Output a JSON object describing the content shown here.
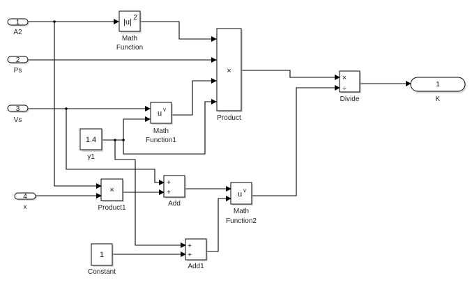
{
  "diagram": {
    "type": "simulink-block-diagram",
    "inports": [
      {
        "id": "A2",
        "number": "1",
        "label": "A2"
      },
      {
        "id": "Ps",
        "number": "2",
        "label": "Ps"
      },
      {
        "id": "Vs",
        "number": "3",
        "label": "Vs"
      },
      {
        "id": "x",
        "number": "4",
        "label": "x"
      }
    ],
    "outports": [
      {
        "id": "K",
        "number": "1",
        "label": "K"
      }
    ],
    "blocks": {
      "math_function": {
        "glyph": "|u|",
        "superscript": "2",
        "label_line1": "Math",
        "label_line2": "Function"
      },
      "math_function1": {
        "glyph": "u",
        "superscript": "v",
        "label_line1": "Math",
        "label_line2": "Function1"
      },
      "math_function2": {
        "glyph": "u",
        "superscript": "v",
        "label_line1": "Math",
        "label_line2": "Function2"
      },
      "product": {
        "glyph": "×",
        "label": "Product"
      },
      "product1": {
        "glyph": "×",
        "label": "Product1"
      },
      "divide": {
        "glyph_in1": "×",
        "glyph_in2": "÷",
        "label": "Divide"
      },
      "gamma1": {
        "value": "1.4",
        "label": "γ1"
      },
      "constant": {
        "value": "1",
        "label": "Constant"
      },
      "add": {
        "sign1": "+",
        "sign2": "+",
        "label": "Add"
      },
      "add1": {
        "sign1": "+",
        "sign2": "+",
        "label": "Add1"
      }
    },
    "connections": [
      {
        "from": "A2",
        "to": "math_function.in1"
      },
      {
        "from": "A2",
        "to": "product1.in1"
      },
      {
        "from": "math_function",
        "to": "product.in1"
      },
      {
        "from": "Ps",
        "to": "product.in2"
      },
      {
        "from": "Vs",
        "to": "math_function1.in1"
      },
      {
        "from": "Vs",
        "to": "add.in1"
      },
      {
        "from": "gamma1",
        "to": "math_function1.in2"
      },
      {
        "from": "gamma1",
        "to": "product.in4"
      },
      {
        "from": "gamma1",
        "to": "add1.in1"
      },
      {
        "from": "math_function1",
        "to": "product.in3"
      },
      {
        "from": "x",
        "to": "product1.in2"
      },
      {
        "from": "product1",
        "to": "add.in2"
      },
      {
        "from": "add",
        "to": "math_function2.in1"
      },
      {
        "from": "constant",
        "to": "add1.in2"
      },
      {
        "from": "add1",
        "to": "math_function2.in2"
      },
      {
        "from": "product",
        "to": "divide.in1"
      },
      {
        "from": "math_function2",
        "to": "divide.in2"
      },
      {
        "from": "divide",
        "to": "K"
      }
    ]
  }
}
